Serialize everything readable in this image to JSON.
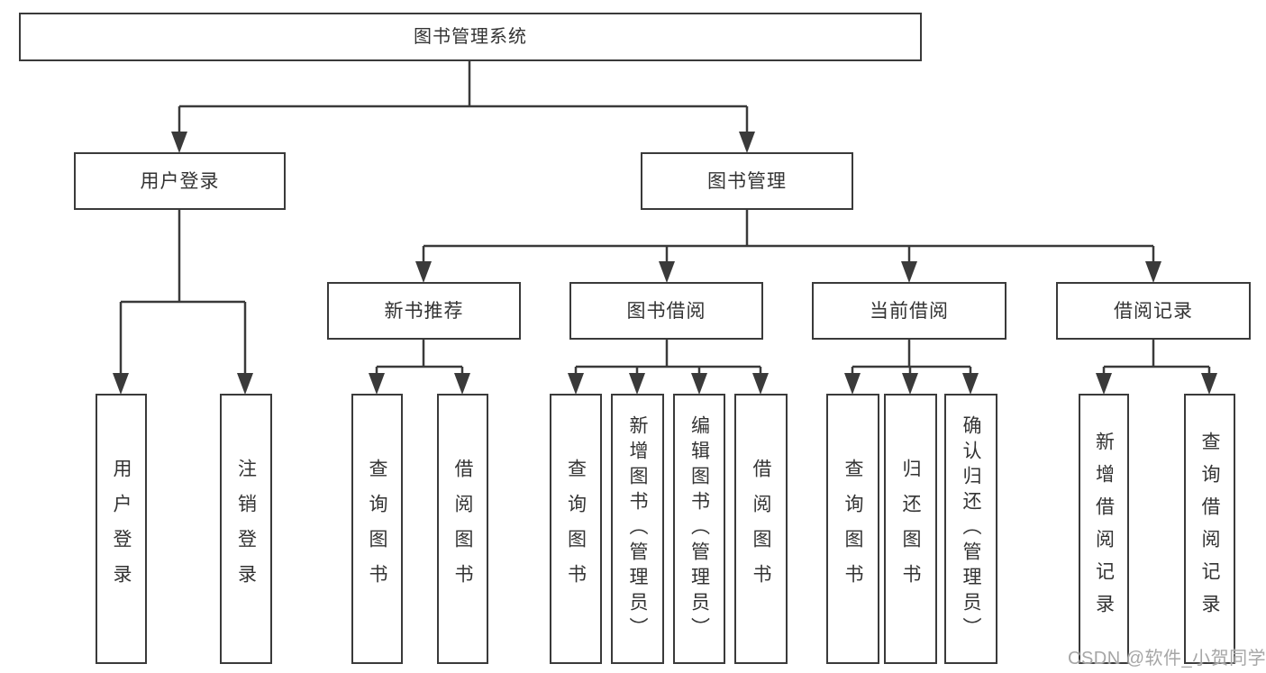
{
  "root": {
    "label": "图书管理系统"
  },
  "level2": [
    {
      "id": "user-login",
      "label": "用户登录"
    },
    {
      "id": "book-management",
      "label": "图书管理"
    }
  ],
  "level3": [
    {
      "id": "new-book-recommend",
      "label": "新书推荐"
    },
    {
      "id": "book-borrow",
      "label": "图书借阅"
    },
    {
      "id": "current-borrow",
      "label": "当前借阅"
    },
    {
      "id": "borrow-records",
      "label": "借阅记录"
    }
  ],
  "leaves": {
    "user_login": [
      "用户登录",
      "注销登录"
    ],
    "new_books": [
      "查询图书",
      "借阅图书"
    ],
    "book_borrow": [
      "查询图书",
      "新增图书（管理员）",
      "编辑图书（管理员）",
      "借阅图书"
    ],
    "current_borrow": [
      "查询图书",
      "归还图书",
      "确认归还（管理员）"
    ],
    "borrow_records": [
      "新增借阅记录",
      "查询借阅记录"
    ]
  },
  "watermark": "CSDN @软件_小贺同学",
  "colors": {
    "line": "#3a3a3a",
    "text": "#333333",
    "watermark": "#a6a6a6",
    "background": "#ffffff"
  }
}
